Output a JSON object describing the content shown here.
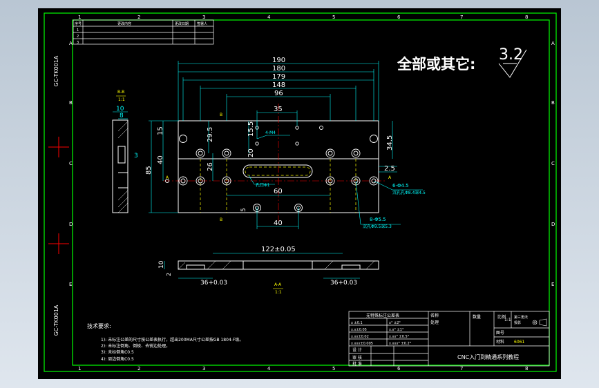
{
  "colors": {
    "background": "#000000",
    "frame": "#00ff00",
    "line": "#ffffff",
    "dimension": "#00ffff",
    "center_line": "#ff0000",
    "hidden_line": "#ffff00",
    "section_mark": "#ffff00",
    "title_text": "#ffffff"
  },
  "frame": {
    "columns": [
      "1",
      "2",
      "3",
      "4",
      "5",
      "6",
      "7",
      "8"
    ],
    "rows": [
      "A",
      "B",
      "C",
      "D",
      "E"
    ]
  },
  "side_labels": [
    "GC-TK001A",
    "GC-TK001A"
  ],
  "revision_table": {
    "headers": [
      "序号",
      "更改内容",
      "更改日期",
      "签署人"
    ],
    "rows": [
      "1",
      "2",
      "3"
    ]
  },
  "surface_note": {
    "text": "全部或其它:",
    "roughness": "3.2"
  },
  "section_bb": {
    "label": "B-B",
    "scale": "1:1"
  },
  "section_aa": {
    "label": "A-A",
    "scale": "1:1"
  },
  "dims_top": [
    "190",
    "180",
    "179",
    "148",
    "96",
    "35"
  ],
  "dims_left": [
    "15",
    "40",
    "85",
    "29.5",
    "26",
    "20",
    "15.5"
  ],
  "dims_right": [
    "34.5",
    "2.5"
  ],
  "dims_bb": [
    "10",
    "8",
    "3"
  ],
  "dims_bottom": [
    "60",
    "40",
    "5"
  ],
  "dims_section": [
    "122±0.05",
    "10",
    "2",
    "36+0.03",
    "36+0.03"
  ],
  "hole_notes": {
    "h1": "4-M4",
    "h2": "孔口Φ1",
    "h3": "6-Φ4.5",
    "h3b": "沉孔孔Φ8.4深4.5",
    "h4": "8-Φ5.5",
    "h4b": "沉孔Φ9.5深5.3"
  },
  "section_markers": [
    "B",
    "B",
    "A",
    "A"
  ],
  "tech_req": {
    "title": "技术要求:",
    "items": [
      "1): 未标注公差的尺寸按公差表执行，超出200MA尺寸公差按GB 1804-F级。",
      "2): 未标注倒角、倒棱、去锐边处理。",
      "3): 未标倒角C0.5",
      "4): 周边倒角C0.5"
    ]
  },
  "tolerance_table": {
    "title": "无特殊标注公差表",
    "rows": [
      [
        "x ±0.1",
        "x° ±2°"
      ],
      [
        "x.x±0.05",
        "x.x° ±1°"
      ],
      [
        "x.xx±0.02",
        "x.xx° ±0.5°"
      ],
      [
        "x.xxx±0.005",
        "x.xxx° ±0.2°"
      ]
    ],
    "signoff": [
      "设 计",
      "审 核",
      "批 准"
    ]
  },
  "title_block": {
    "name_label": "名称",
    "process_label": "处理",
    "qty_label": "数量",
    "scale_label": "比例",
    "scale_value": "1:1",
    "view_label": "投影",
    "view_value": "第三角法",
    "drawing_no_label": "图号",
    "material_label": "材料",
    "material_value": "6061",
    "company": "CNC入门到精通系列教程"
  }
}
